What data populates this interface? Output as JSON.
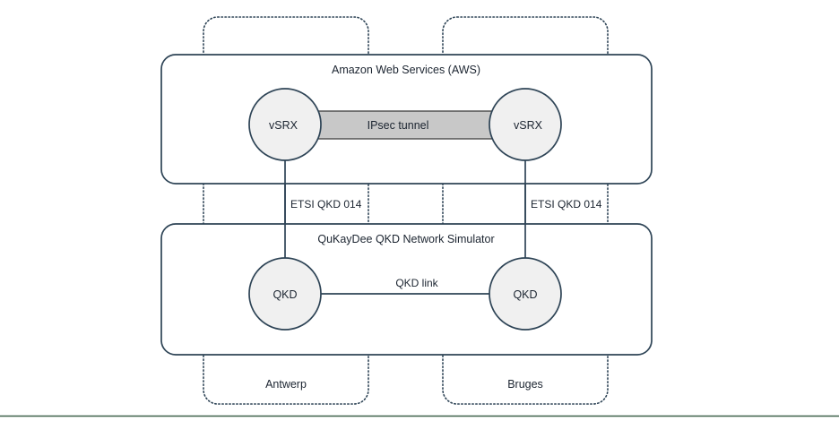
{
  "diagram": {
    "title_text": "Amazon Web Services (AWS)",
    "zones": [
      {
        "name": "aws",
        "label": "Amazon Web Services (AWS)"
      },
      {
        "name": "qukaydee",
        "label": "QuKayDee QKD Network Simulator"
      }
    ],
    "sites": [
      {
        "name": "antwerp",
        "label": "Antwerp"
      },
      {
        "name": "bruges",
        "label": "Bruges"
      }
    ],
    "nodes": [
      {
        "id": "vsrx-left",
        "label": "vSRX"
      },
      {
        "id": "vsrx-right",
        "label": "vSRX"
      },
      {
        "id": "qkd-left",
        "label": "QKD"
      },
      {
        "id": "qkd-right",
        "label": "QKD"
      }
    ],
    "links": [
      {
        "id": "ipsec-tunnel",
        "label": "IPsec tunnel"
      },
      {
        "id": "qkd-link",
        "label": "QKD link"
      },
      {
        "id": "etsi-left",
        "label": "ETSI QKD 014"
      },
      {
        "id": "etsi-right",
        "label": "ETSI QKD 014"
      }
    ],
    "colors": {
      "stroke": "#2e4456",
      "node_fill": "#f0f0f0",
      "tunnel_fill": "#c8c8c8",
      "text": "#1b2430",
      "footer_rule": "#3c6049"
    }
  }
}
